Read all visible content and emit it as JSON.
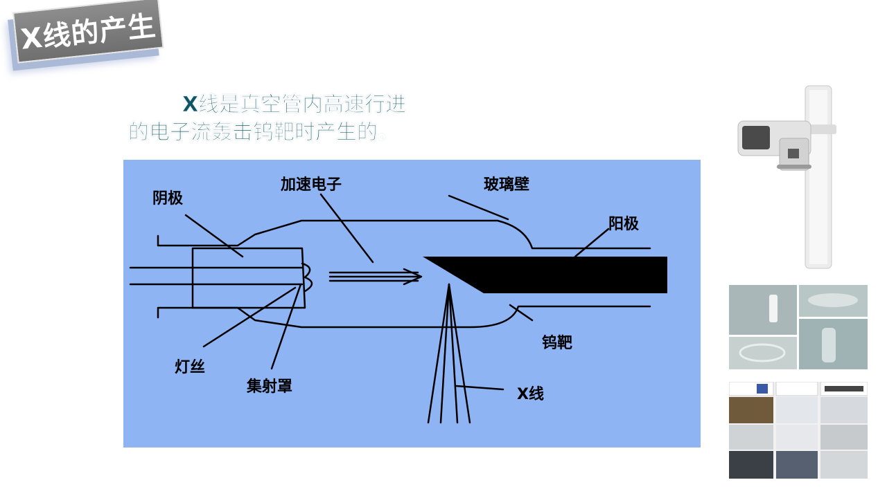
{
  "slide": {
    "title": "X线的产生",
    "subtitle_line1": "X线是真空管内高速行进",
    "subtitle_line2": "的电子流轰击钨靶时产生的。"
  },
  "diagram": {
    "labels": {
      "cathode": "阴极",
      "accelerated_electrons": "加速电子",
      "glass_wall": "玻璃壁",
      "anode": "阳极",
      "filament": "灯丝",
      "focusing_cup": "集射罩",
      "tungsten_target": "钨靶",
      "xray": "X线"
    }
  },
  "colors": {
    "diagram_bg": "#8fb4f4",
    "title_tag": "#7a7a7a",
    "subtitle": "#0e5566"
  }
}
